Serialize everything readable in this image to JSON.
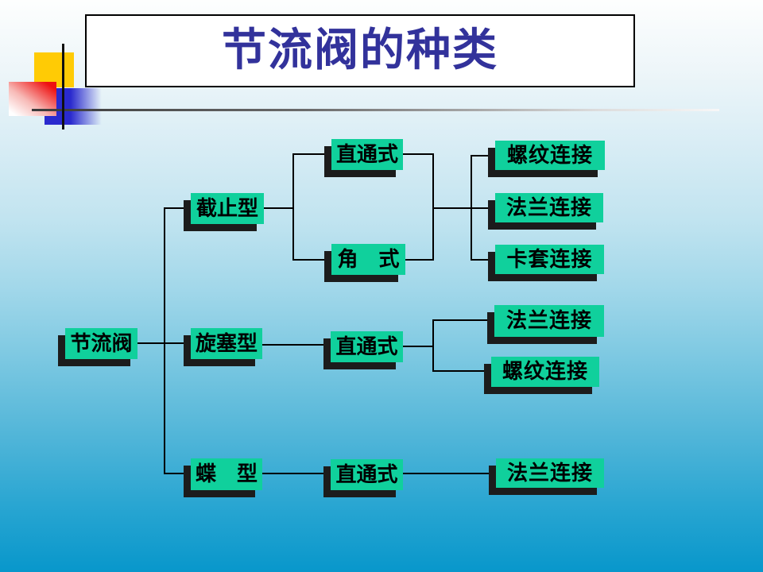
{
  "title": "节流阀的种类",
  "colors": {
    "box_green": "#10d09c",
    "box_shadow": "#1c1c1c",
    "title_blue": "#32329b",
    "background_top": "#fdfefe",
    "background_bottom": "#0897cb",
    "accent_yellow": "#ffcb05",
    "accent_red": "#ee1111",
    "accent_blue": "#2a2ace",
    "connector_black": "#000000"
  },
  "nodes": {
    "root": {
      "label": "节流阀"
    },
    "jiezhi": {
      "label": "截止型"
    },
    "xuansai": {
      "label": "旋塞型"
    },
    "die": {
      "label": "蝶　型"
    },
    "zhitong1": {
      "label": "直通式"
    },
    "jiao": {
      "label": "角　式"
    },
    "zhitong2": {
      "label": "直通式"
    },
    "zhitong3": {
      "label": "直通式"
    },
    "luowen1": {
      "label": "螺纹连接"
    },
    "falan1": {
      "label": "法兰连接"
    },
    "katao": {
      "label": "卡套连接"
    },
    "falan2": {
      "label": "法兰连接"
    },
    "luowen2": {
      "label": "螺纹连接"
    },
    "falan3": {
      "label": "法兰连接"
    }
  }
}
